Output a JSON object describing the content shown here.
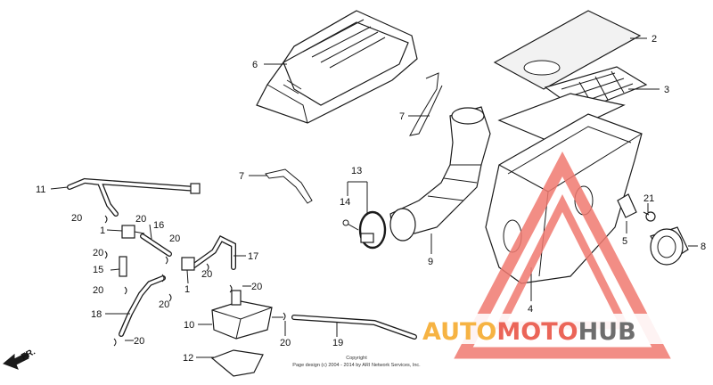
{
  "callouts": {
    "c1": "1",
    "c1b": "1",
    "c2": "2",
    "c3": "3",
    "c4": "4",
    "c5": "5",
    "c6": "6",
    "c7a": "7",
    "c7b": "7",
    "c8": "8",
    "c9": "9",
    "c10": "10",
    "c11": "11",
    "c12": "12",
    "c13": "13",
    "c14": "14",
    "c15": "15",
    "c16": "16",
    "c17": "17",
    "c18": "18",
    "c19": "19",
    "c20a": "20",
    "c20b": "20",
    "c20c": "20",
    "c20d": "20",
    "c20e": "20",
    "c20f": "20",
    "c20g": "20",
    "c20h": "20",
    "c20i": "20",
    "c21": "21"
  },
  "direction": "FR.",
  "copyright": {
    "line1": "Copyright",
    "line2": "Page design (c) 2004 - 2014 by ARI Network Services, Inc."
  },
  "watermark": {
    "part1": "AUTO",
    "part2": "MOTO",
    "part3": "HUB",
    "colors": {
      "orange": "#f5a623",
      "red": "#e84b3c",
      "gray": "#555555",
      "triangle": "#f07a70"
    }
  }
}
